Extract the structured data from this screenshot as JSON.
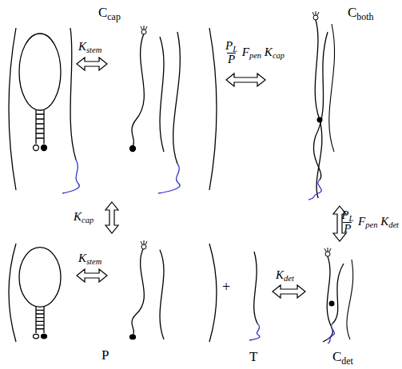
{
  "diagram": {
    "nodes": [
      {
        "text": [
          "Ccap"
        ]
      },
      {
        "text": [
          "Cboth"
        ]
      },
      {
        "text": [
          "P"
        ]
      },
      {
        "text": [
          "T"
        ]
      },
      {
        "text": [
          "Cdet"
        ]
      }
    ],
    "edges": [
      {
        "from": 0,
        "to": 1,
        "arrow": "both",
        "label": "PL P Fpen Kcap"
      },
      {
        "from": 0,
        "to": 2,
        "arrow": "both",
        "label": "Kcap"
      },
      {
        "from": 1,
        "to": 4,
        "arrow": "both",
        "label": "PL P Fpen Kdet"
      },
      {
        "from": 3,
        "to": 4,
        "arrow": "both",
        "label": "Kdet"
      }
    ],
    "labels": [
      "Kstem",
      "Kstem",
      "+"
    ]
  }
}
